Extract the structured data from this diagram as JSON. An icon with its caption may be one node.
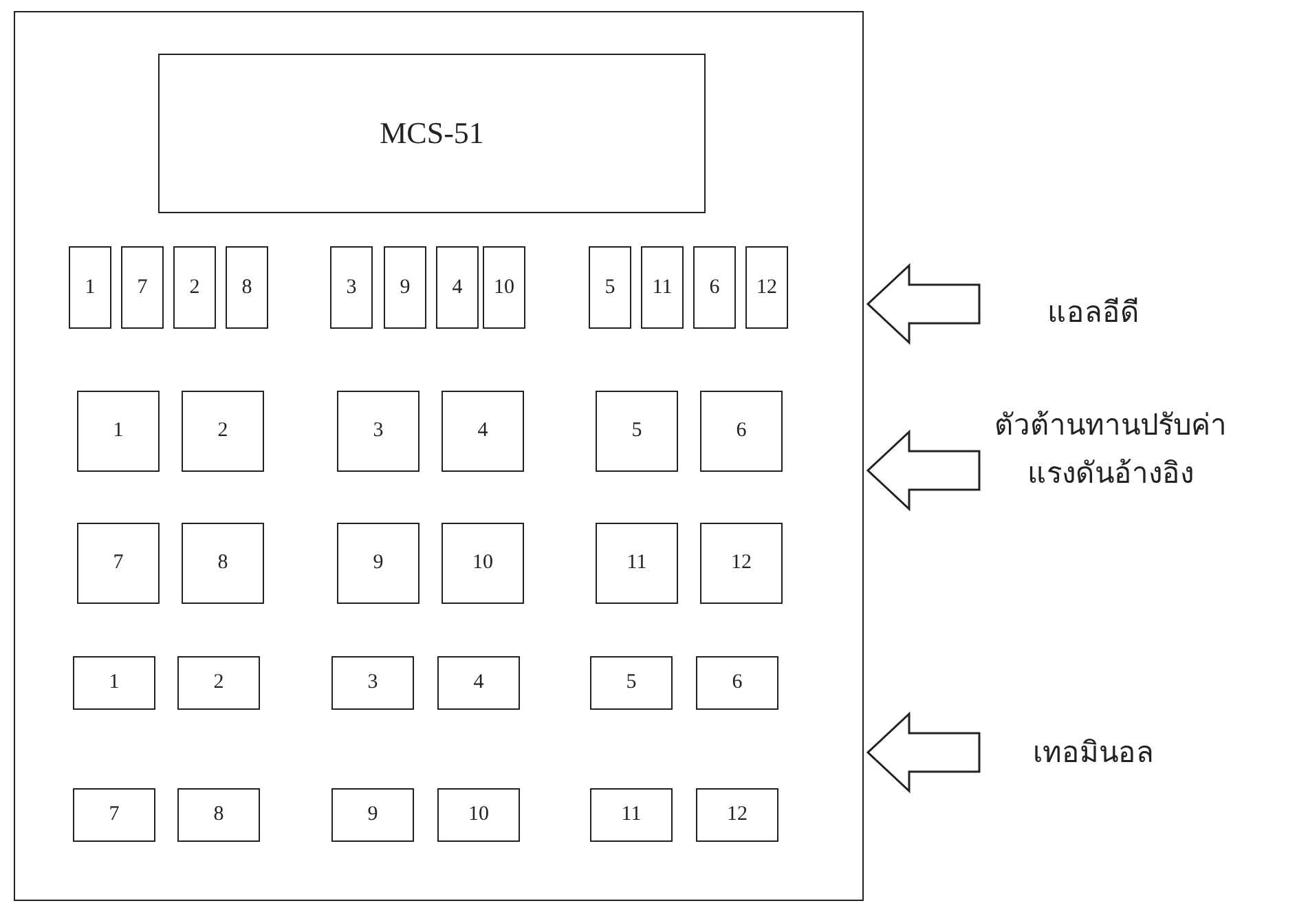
{
  "diagram": {
    "nodes": [
      {
        "text": [],
        "shape": "box"
      },
      {
        "text": [
          "MCS-51"
        ],
        "in": 0
      },
      {
        "text": [
          "1"
        ],
        "in": 0
      },
      {
        "text": [
          "7"
        ],
        "in": 0
      },
      {
        "text": [
          "2"
        ],
        "in": 0
      },
      {
        "text": [
          "8"
        ],
        "in": 0
      },
      {
        "text": [
          "3"
        ],
        "in": 0
      },
      {
        "text": [
          "9"
        ],
        "in": 0
      },
      {
        "text": [
          "4"
        ],
        "in": 0
      },
      {
        "text": [
          "10"
        ],
        "in": 0
      },
      {
        "text": [
          "5"
        ],
        "in": 0
      },
      {
        "text": [
          "11"
        ],
        "in": 0
      },
      {
        "text": [
          "6"
        ],
        "in": 0
      },
      {
        "text": [
          "12"
        ],
        "in": 0
      },
      {
        "text": [
          "1"
        ],
        "in": 0
      },
      {
        "text": [
          "2"
        ],
        "in": 0
      },
      {
        "text": [
          "3"
        ],
        "in": 0
      },
      {
        "text": [
          "4"
        ],
        "in": 0
      },
      {
        "text": [
          "5"
        ],
        "in": 0
      },
      {
        "text": [
          "6"
        ],
        "in": 0
      },
      {
        "text": [
          "7"
        ],
        "in": 0
      },
      {
        "text": [
          "8"
        ],
        "in": 0
      },
      {
        "text": [
          "9"
        ],
        "in": 0
      },
      {
        "text": [
          "10"
        ],
        "in": 0
      },
      {
        "text": [
          "11"
        ],
        "in": 0
      },
      {
        "text": [
          "12"
        ],
        "in": 0
      },
      {
        "text": [
          "1"
        ],
        "in": 0
      },
      {
        "text": [
          "2"
        ],
        "in": 0
      },
      {
        "text": [
          "3"
        ],
        "in": 0
      },
      {
        "text": [
          "4"
        ],
        "in": 0
      },
      {
        "text": [
          "5"
        ],
        "in": 0
      },
      {
        "text": [
          "6"
        ],
        "in": 0
      },
      {
        "text": [
          "7"
        ],
        "in": 0
      },
      {
        "text": [
          "8"
        ],
        "in": 0
      },
      {
        "text": [
          "9"
        ],
        "in": 0
      },
      {
        "text": [
          "10"
        ],
        "in": 0
      },
      {
        "text": [
          "11"
        ],
        "in": 0
      },
      {
        "text": [
          "12"
        ],
        "in": 0
      },
      {
        "text": [
          "แอลอีดี"
        ]
      },
      {
        "text": [
          "ตัวต้านทานปรับค่า แรงดันอ้างอิง"
        ]
      },
      {
        "text": [
          "เทอมินอล"
        ]
      }
    ],
    "edges": [
      {
        "from": 38,
        "to": 0,
        "arrow": "to"
      },
      {
        "from": 39,
        "to": 0,
        "arrow": "to"
      },
      {
        "from": 40,
        "to": 0,
        "arrow": "to"
      }
    ]
  }
}
